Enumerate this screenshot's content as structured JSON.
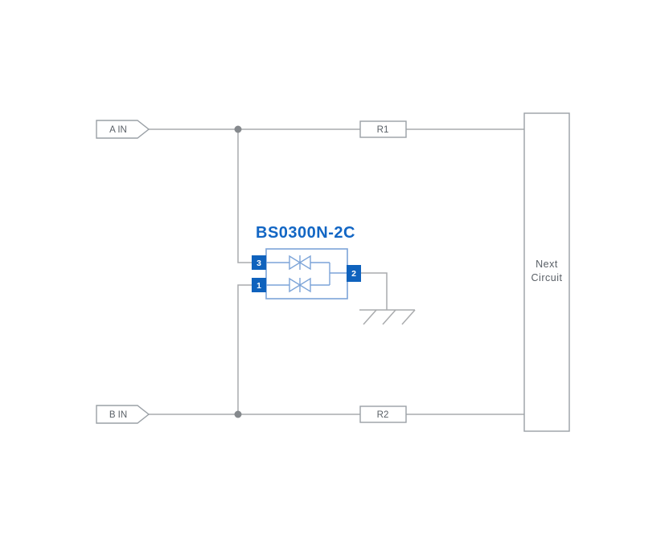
{
  "diagram": {
    "title": "BS0300N-2C",
    "inputs": {
      "a": "A IN",
      "b": "B IN"
    },
    "resistors": {
      "r1": "R1",
      "r2": "R2"
    },
    "next_circuit": {
      "line1": "Next",
      "line2": "Circuit"
    },
    "pins": {
      "pin1": "1",
      "pin2": "2",
      "pin3": "3"
    },
    "colors": {
      "accent_blue": "#1266c4",
      "pin_blue": "#0f62bd",
      "component_border": "#7ca4d8",
      "wire_gray": "#a9abad",
      "box_border": "#9aa0a6",
      "text_gray": "#595f66",
      "junction_gray": "#85898d"
    }
  }
}
